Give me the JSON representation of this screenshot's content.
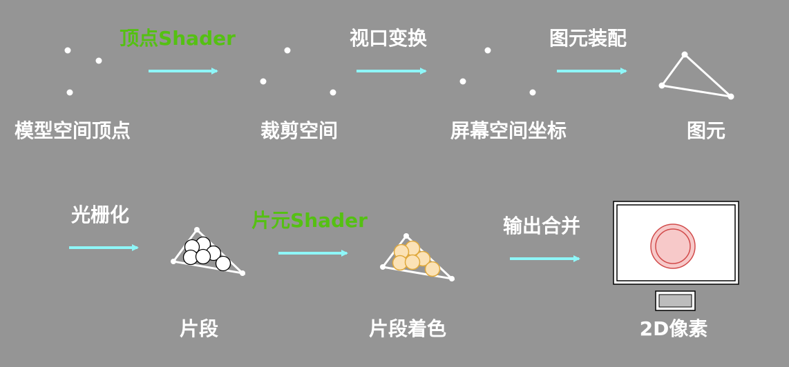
{
  "colors": {
    "background": "#959595",
    "arrow": "#8ef6f8",
    "label_white": "#ffffff",
    "label_green": "#55c013",
    "fragment_fill": "#fbe2b6",
    "fragment_stroke": "#e0a93c",
    "pixel_fill": "#f7c9c9",
    "pixel_stroke": "#d14a4a"
  },
  "row1": {
    "stage1": "模型空间顶点",
    "step1": "顶点Shader",
    "stage2": "裁剪空间",
    "step2": "视口变换",
    "stage3": "屏幕空间坐标",
    "step3": "图元装配",
    "stage4": "图元"
  },
  "row2": {
    "step4": "光栅化",
    "stage5": "片段",
    "step5": "片元Shader",
    "stage6": "片段着色",
    "step6": "输出合并",
    "stage7": "2D像素"
  }
}
